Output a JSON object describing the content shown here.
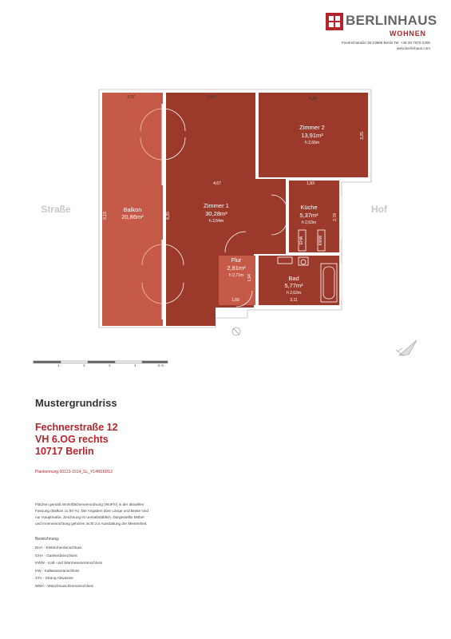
{
  "header": {
    "brand": "BERLINHAUS",
    "brand_sub": "WOHNEN",
    "address": "Friedrichstraße 36  10969 Berlin  Tel: +49 30 7676 2300",
    "website": "www.berlinhaus.com"
  },
  "plan": {
    "street_label": "Straße",
    "court_label": "Hof",
    "rooms": [
      {
        "name": "Balkon",
        "area": "20,86m²",
        "height": ""
      },
      {
        "name": "Zimmer 1",
        "area": "30,28m²",
        "height": "h 2,64m"
      },
      {
        "name": "Zimmer 2",
        "area": "13,91m²",
        "height": "h 2,66m"
      },
      {
        "name": "Küche",
        "area": "5,37m²",
        "height": "h 2,63m"
      },
      {
        "name": "Flur",
        "area": "2,81m²",
        "height": "h 2,71m"
      },
      {
        "name": "Bad",
        "area": "5,77m²",
        "height": "h 2,62m"
      }
    ],
    "dimensions": [
      "2,27",
      "3,50",
      "4,28",
      "3,25",
      "9,19",
      "8,20",
      "4,67",
      "1,83",
      "2,78",
      "1,94",
      "1,65",
      "3,11"
    ],
    "fixtures": [
      "EHA",
      "KWW"
    ]
  },
  "scale": {
    "marks": [
      "1",
      "2",
      "3",
      "4",
      "5 m"
    ]
  },
  "title": "Mustergrundriss",
  "address": {
    "line1": "Fechnerstraße 12",
    "line2": "VH 6.OG rechts",
    "line3": "10717 Berlin"
  },
  "plan_id": "Plankennung 00123-1014_SL_Y14M16D13",
  "notes": [
    "Flächen gemäß Wohnflächenverordnung (WoFlV) in der aktuellen",
    "Fassung (Balkon zu 50 %). Die Angaben über Länge und Breite sind",
    "nur Hauptmaße, Zeichnung ist unmaßstäblich. Dargestellte Möbel",
    "und Inneneinrichtung gehören nicht zur Ausstattung der Mieteinheit."
  ],
  "legend_title": "Bezeichnung:",
  "legend": [
    "EHA  - Elektroherdanschluss",
    "GHA  - Gasherdanschluss",
    "KWW  - Kalt- und Warmwasseranschluss",
    "KW    - Kaltwasseranschluss",
    "STA  - Strang Abwasser",
    "WMA  - Waschmaschinenanschluss"
  ],
  "colors": {
    "room": "#9b3a2a",
    "balcony": "#c55a48",
    "wall": "#ffffff",
    "accent": "#b3252b"
  }
}
